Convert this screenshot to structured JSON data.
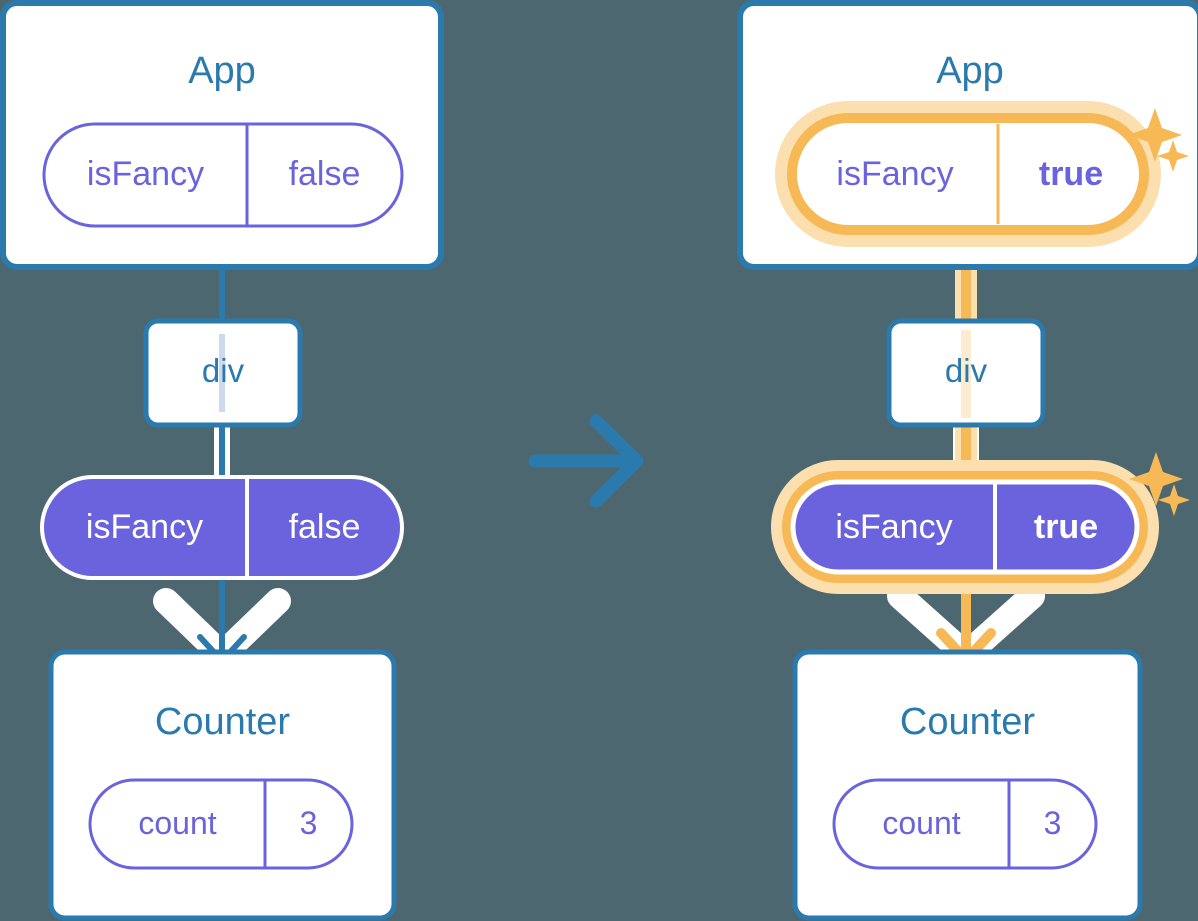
{
  "diagram": {
    "type": "react-state-propagation",
    "background_color": "#4d6770",
    "colors": {
      "box_border": "#2b7aad",
      "box_fill": "#ffffff",
      "title_text": "#2b7aad",
      "state_purple": "#6a63dd",
      "pill_fill_purple": "#6a63dd",
      "highlight_orange": "#f7b955",
      "highlight_orange_soft": "#fbdfae",
      "arrow_blue": "#2b7aad",
      "faded_line_blue": "#cdd9ef",
      "faded_line_orange": "#fdecd2",
      "white": "#ffffff"
    },
    "transition_arrow": {
      "icon": "arrow-right-icon",
      "color": "#2b7aad"
    },
    "panels": [
      {
        "id": "before",
        "side": "left",
        "highlighted": false,
        "nodes": [
          {
            "id": "app",
            "kind": "component-box",
            "title": "App",
            "state": {
              "name": "isFancy",
              "value": "false",
              "style": "outline",
              "bold_value": false,
              "highlighted": false
            }
          },
          {
            "id": "div",
            "kind": "element-box",
            "title": "div",
            "state": null
          },
          {
            "id": "prop",
            "kind": "prop-pill",
            "title": null,
            "state": {
              "name": "isFancy",
              "value": "false",
              "style": "filled",
              "bold_value": false,
              "highlighted": false
            }
          },
          {
            "id": "counter",
            "kind": "component-box",
            "title": "Counter",
            "state": {
              "name": "count",
              "value": "3",
              "style": "outline",
              "bold_value": false,
              "highlighted": false
            }
          }
        ]
      },
      {
        "id": "after",
        "side": "right",
        "highlighted": true,
        "sparkles": [
          {
            "near": "app-state-pill",
            "count": 2
          },
          {
            "near": "prop-pill",
            "count": 2
          }
        ],
        "nodes": [
          {
            "id": "app",
            "kind": "component-box",
            "title": "App",
            "state": {
              "name": "isFancy",
              "value": "true",
              "style": "outline",
              "bold_value": true,
              "highlighted": true
            }
          },
          {
            "id": "div",
            "kind": "element-box",
            "title": "div",
            "state": null
          },
          {
            "id": "prop",
            "kind": "prop-pill",
            "title": null,
            "state": {
              "name": "isFancy",
              "value": "true",
              "style": "filled",
              "bold_value": true,
              "highlighted": true
            }
          },
          {
            "id": "counter",
            "kind": "component-box",
            "title": "Counter",
            "state": {
              "name": "count",
              "value": "3",
              "style": "outline",
              "bold_value": false,
              "highlighted": false
            }
          }
        ]
      }
    ]
  }
}
